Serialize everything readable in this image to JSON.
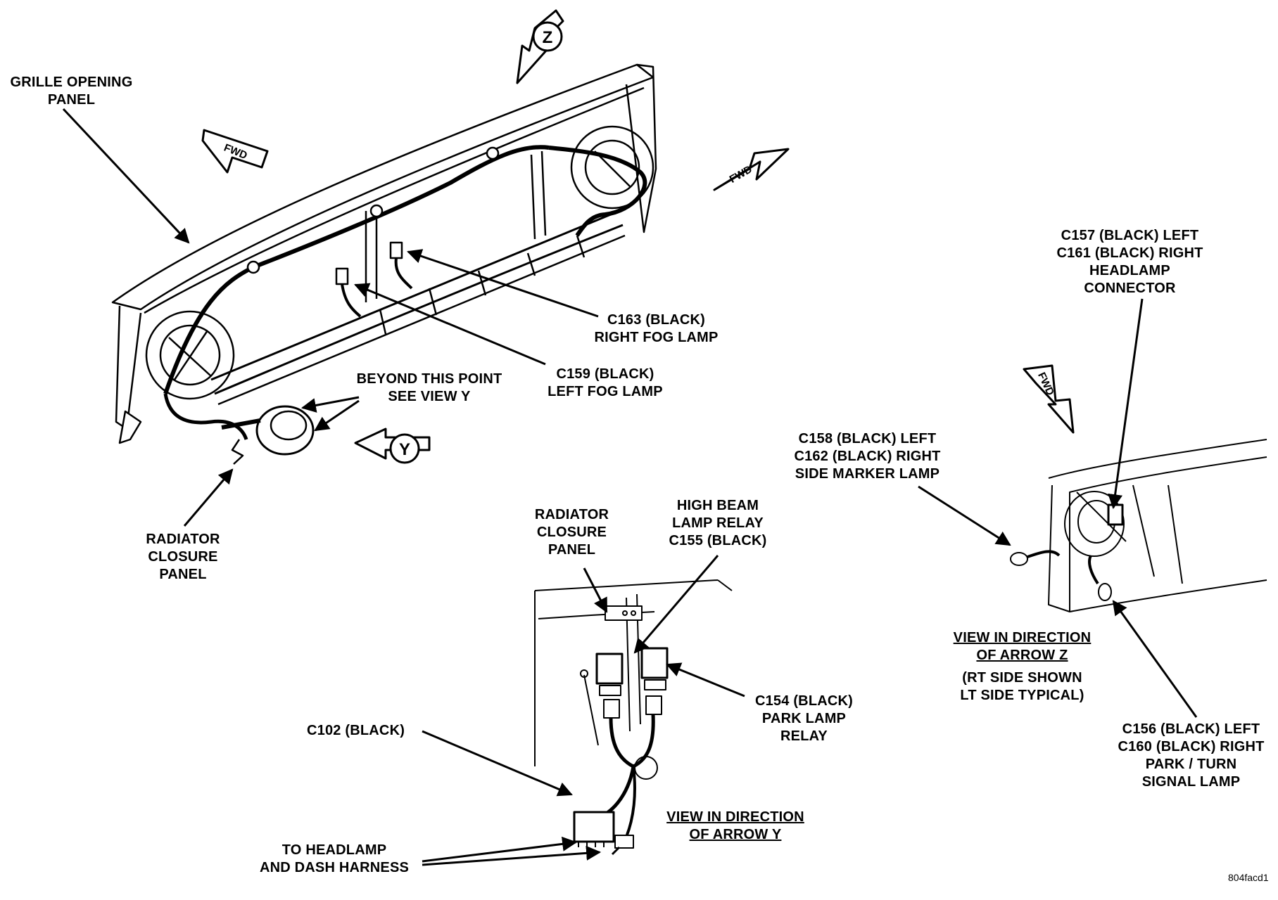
{
  "labels": {
    "grille_opening_panel": "GRILLE OPENING\nPANEL",
    "c163": "C163 (BLACK)\nRIGHT FOG LAMP",
    "c159": "C159 (BLACK)\nLEFT FOG LAMP",
    "beyond_point": "BEYOND THIS POINT\nSEE VIEW Y",
    "radiator_closure_left": "RADIATOR\nCLOSURE\nPANEL",
    "radiator_closure_view_y": "RADIATOR\nCLOSURE\nPANEL",
    "high_beam_relay": "HIGH BEAM\nLAMP RELAY\nC155 (BLACK)",
    "c154": "C154 (BLACK)\nPARK LAMP\nRELAY",
    "c102": "C102 (BLACK)",
    "to_headlamp": "TO HEADLAMP\nAND DASH HARNESS",
    "view_arrow_y": "VIEW IN DIRECTION\nOF ARROW Y",
    "c157_c161": "C157 (BLACK) LEFT\nC161 (BLACK) RIGHT\nHEADLAMP\nCONNECTOR",
    "c158_c162": "C158 (BLACK) LEFT\nC162 (BLACK) RIGHT\nSIDE MARKER LAMP",
    "view_arrow_z": "VIEW IN DIRECTION\nOF ARROW Z",
    "rt_side_shown": "(RT SIDE SHOWN\nLT SIDE TYPICAL)",
    "c156_c160": "C156 (BLACK) LEFT\nC160 (BLACK) RIGHT\nPARK / TURN\nSIGNAL LAMP",
    "ref_code": "804facd1"
  },
  "markers": {
    "fwd": "FWD",
    "arrow_y": "Y",
    "arrow_z": "Z"
  }
}
